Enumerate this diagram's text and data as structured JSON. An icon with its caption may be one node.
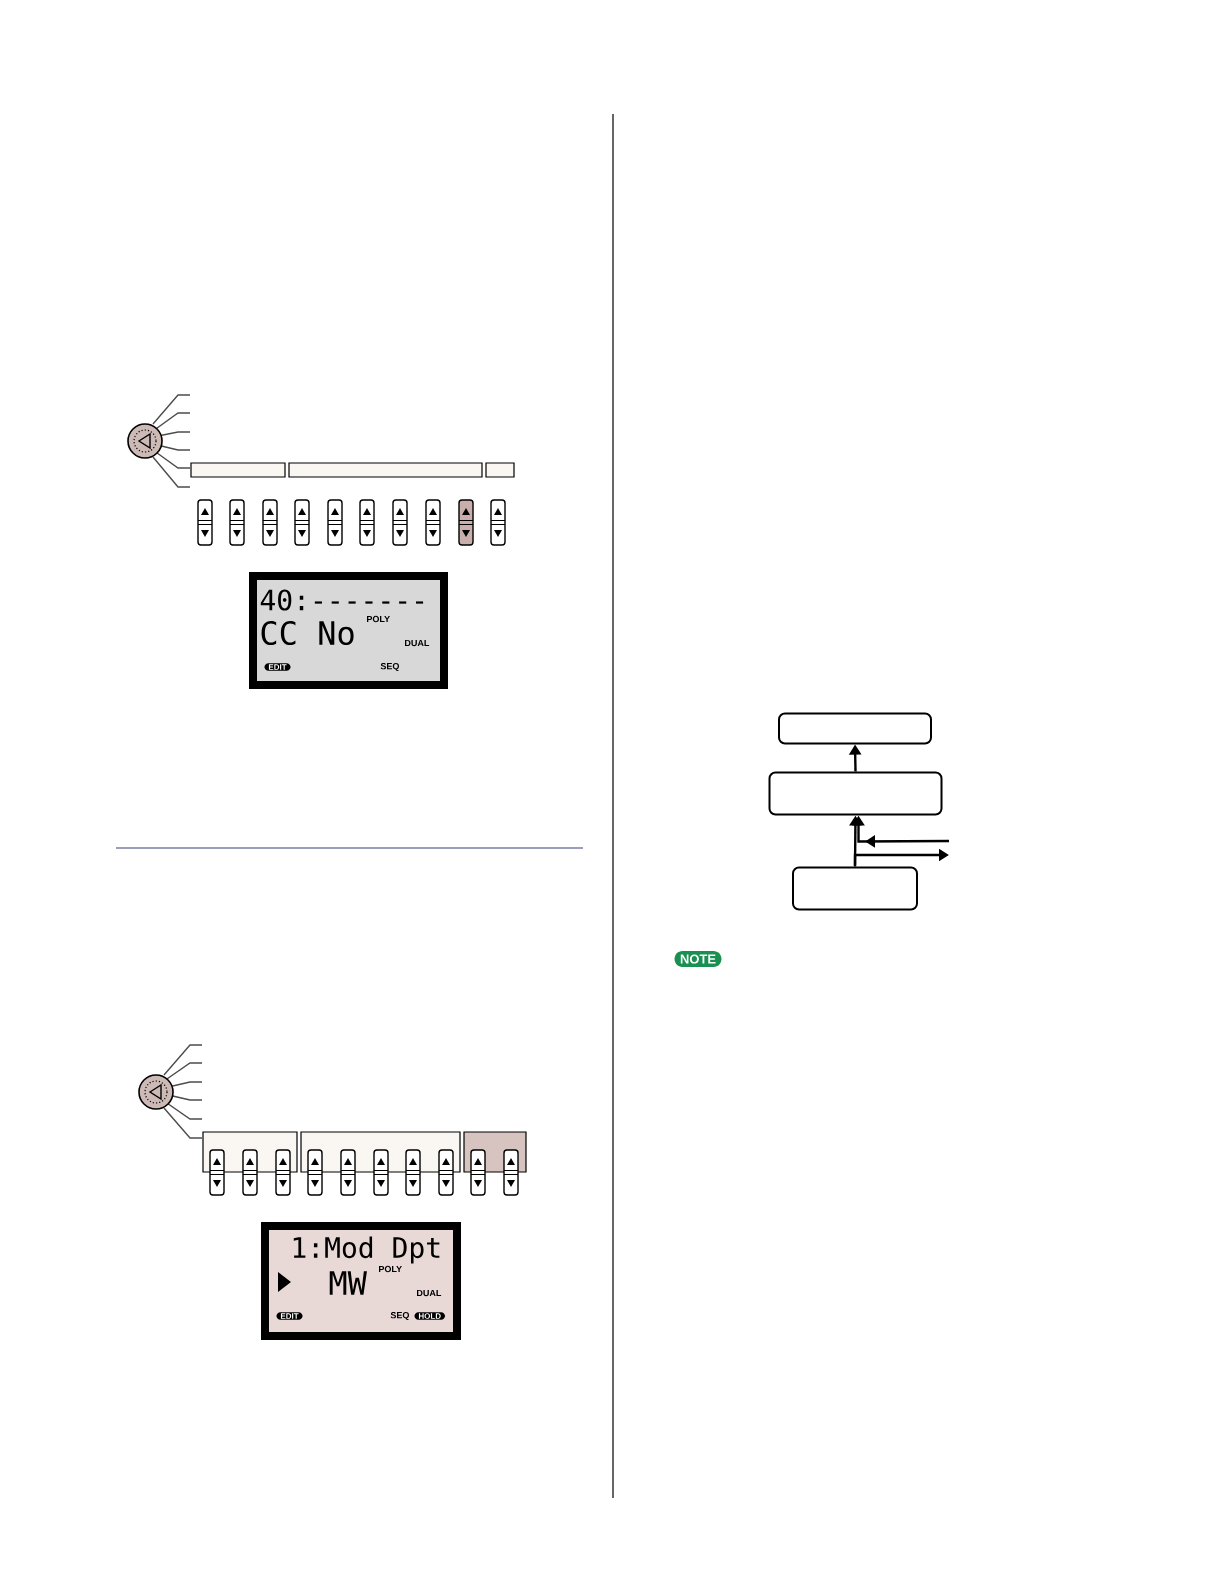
{
  "diagram": {
    "nodes": [
      {
        "text": [],
        "shape": "box"
      },
      {
        "text": [],
        "shape": "box"
      },
      {
        "text": [],
        "shape": "box"
      }
    ],
    "edges": [
      {
        "from": 2,
        "to": 1,
        "arrow": "to"
      },
      {
        "from": 1,
        "to": 0,
        "arrow": "to"
      },
      {
        "from": null,
        "to": 1,
        "arrow": "to"
      },
      {
        "from": 2,
        "to": null,
        "arrow": "to"
      }
    ],
    "labels": [
      "40:-------",
      "CC No",
      "POLY",
      "DUAL",
      "EDIT",
      "SEQ",
      "1:Mod Dpt",
      "MW",
      "POLY",
      "DUAL",
      "EDIT",
      "SEQ",
      "HOLD",
      "NOTE"
    ]
  }
}
